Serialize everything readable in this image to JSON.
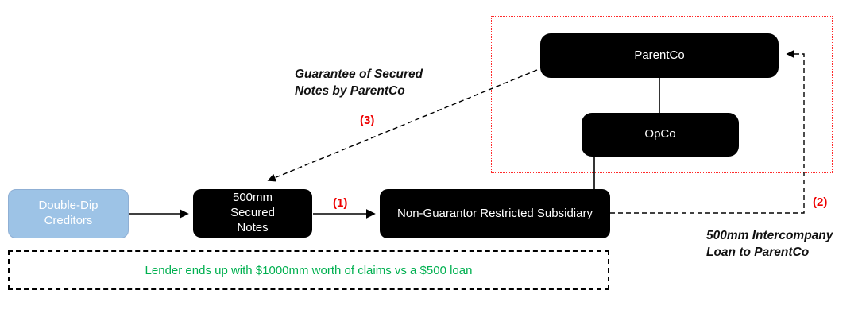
{
  "diagram": {
    "boxes": {
      "creditors": {
        "label": "Double-Dip Creditors"
      },
      "secured_notes": {
        "label": "500mm Secured Notes"
      },
      "subsidiary": {
        "label": "Non-Guarantor Restricted Subsidiary"
      },
      "parentco": {
        "label": "ParentCo"
      },
      "opco": {
        "label": "OpCo"
      }
    },
    "labels": {
      "step1": "(1)",
      "step2": "(2)",
      "step3": "(3)",
      "guarantee_note": "Guarantee of Secured Notes by ParentCo",
      "intercompany_note": "500mm Intercompany Loan to ParentCo",
      "lender_note": "Lender ends up with $1000mm worth of claims vs a $500 loan"
    },
    "colors": {
      "black_box": "#000000",
      "blue_box": "#9DC3E6",
      "accent_red": "#EE0000",
      "group_outline_red": "#FF2A2A",
      "note_green": "#00B050"
    }
  }
}
